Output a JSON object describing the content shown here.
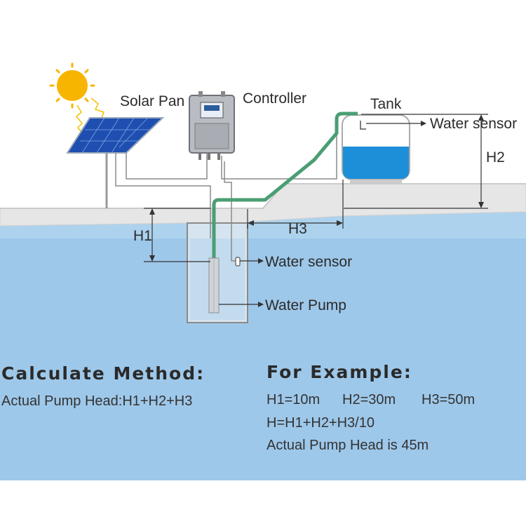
{
  "labels": {
    "solar_panel": "Solar Pan",
    "controller": "Controller",
    "tank": "Tank",
    "tank_water_sensor": "Water sensor",
    "well_water_sensor": "Water sensor",
    "water_pump": "Water Pump",
    "h1": "H1",
    "h2": "H2",
    "h3": "H3"
  },
  "calculate": {
    "title": "Calculate Method:",
    "formula": "Actual Pump Head:H1+H2+H3"
  },
  "example": {
    "title": "For Example:",
    "h1_value": "H1=10m",
    "h2_value": "H2=30m",
    "h3_value": "H3=50m",
    "formula": "H=H1+H2+H3/10",
    "result": "Actual Pump Head is 45m"
  },
  "colors": {
    "sky": "#ffffff",
    "water": "#9ec8ea",
    "ground": "#e6e6e6",
    "pipe": "#4a9e73",
    "tank_water": "#1d8fd9",
    "sun": "#f7b500"
  }
}
